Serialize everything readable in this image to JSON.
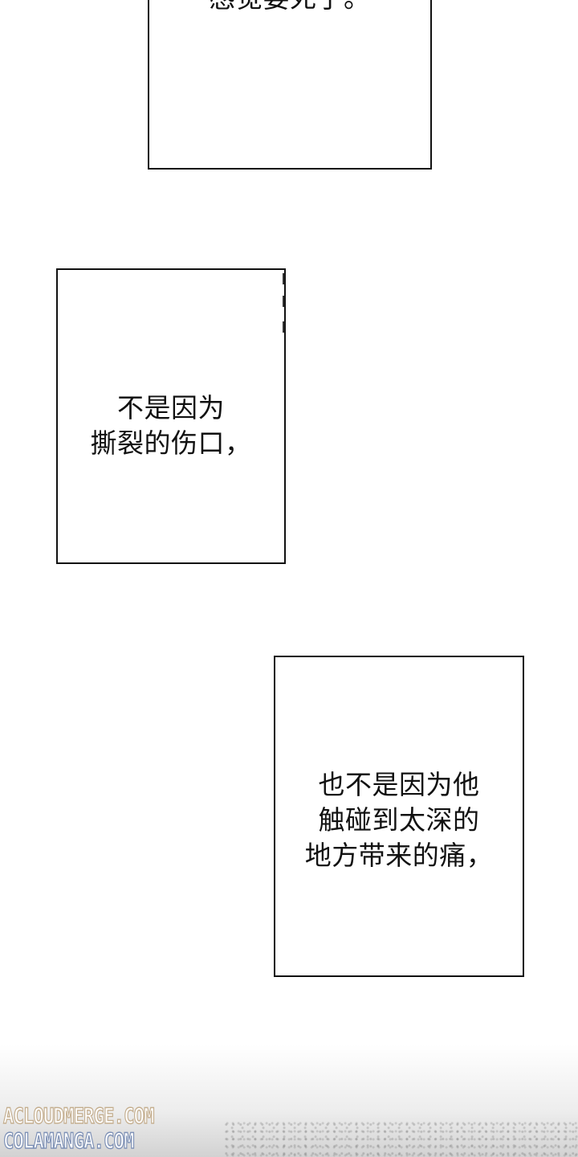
{
  "panels": [
    {
      "lines": [
        "感觉要死了。"
      ]
    },
    {
      "lines": [
        "不是因为",
        "撕裂的伤口，"
      ]
    },
    {
      "lines": [
        "也不是因为他",
        "触碰到太深的",
        "地方带来的痛，"
      ]
    }
  ],
  "watermark": {
    "line1": "ACLOUDMERGE.COM",
    "line2": "COLAMANGA.COM",
    "color1": "#c4ae8f",
    "color2": "#7d90b5"
  }
}
